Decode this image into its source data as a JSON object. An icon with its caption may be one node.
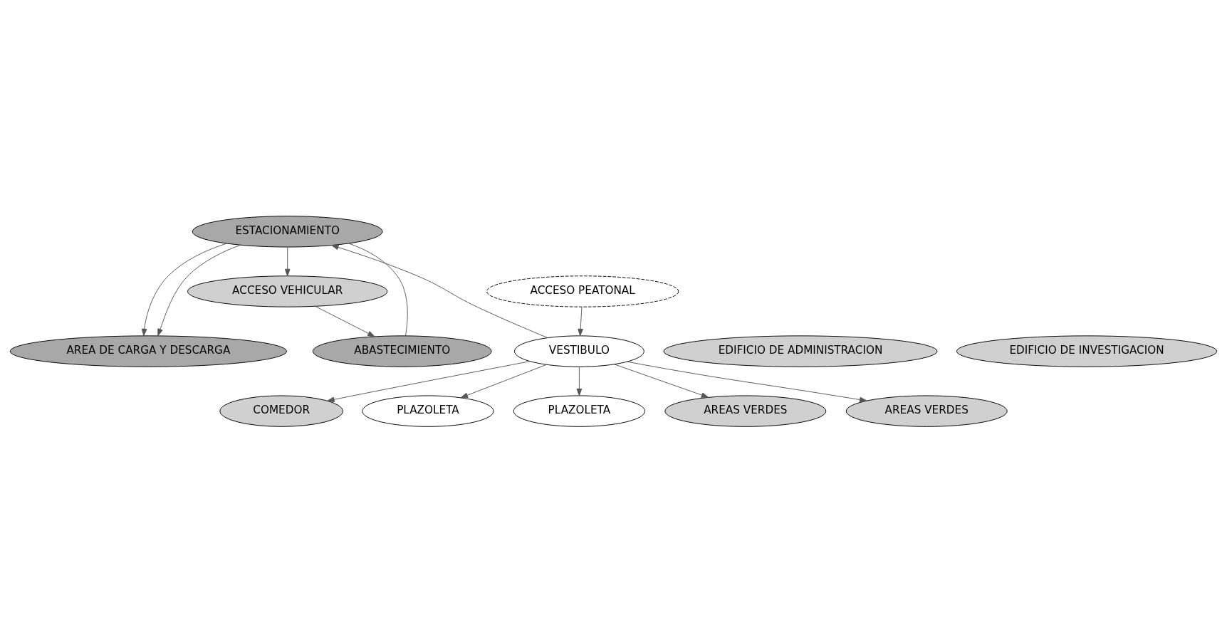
{
  "diagram": {
    "nodes": [
      {
        "text": [
          "ESTACIONAMIENTO"
        ]
      },
      {
        "text": [
          "ABASTECIMIENTO"
        ]
      },
      {
        "text": [
          "COMEDOR"
        ]
      },
      {
        "text": [
          "PLAZOLETA"
        ]
      },
      {
        "text": [
          "PLAZOLETA"
        ]
      },
      {
        "text": [
          "AREA DE CARGA Y DESCARGA"
        ]
      },
      {
        "text": [
          "EDIFICIO DE ADMINISTRACION"
        ]
      },
      {
        "text": [
          "VESTIBULO"
        ]
      },
      {
        "text": [
          "EDIFICIO DE INVESTIGACION"
        ]
      },
      {
        "text": [
          "AREAS VERDES"
        ]
      },
      {
        "text": [
          "AREAS VERDES"
        ]
      },
      {
        "text": [
          "ACCESO VEHICULAR"
        ]
      },
      {
        "text": [
          "ACCESO PEATONAL"
        ]
      }
    ],
    "edges": [
      {
        "from": 0,
        "to": 11,
        "arrow": "to"
      },
      {
        "from": 11,
        "to": 1,
        "arrow": "to"
      },
      {
        "from": 1,
        "to": 0,
        "arrow": "none"
      },
      {
        "from": 7,
        "to": 0,
        "arrow": "to"
      },
      {
        "from": 7,
        "to": 2,
        "arrow": "to"
      },
      {
        "from": 7,
        "to": 3,
        "arrow": "to"
      },
      {
        "from": 7,
        "to": 4,
        "arrow": "to"
      },
      {
        "from": 0,
        "to": 5,
        "arrow": "to"
      },
      {
        "from": 0,
        "to": 5,
        "arrow": "to"
      },
      {
        "from": 7,
        "to": 9,
        "arrow": "to"
      },
      {
        "from": 7,
        "to": 10,
        "arrow": "to"
      },
      {
        "from": 12,
        "to": 7,
        "arrow": "to"
      }
    ]
  }
}
